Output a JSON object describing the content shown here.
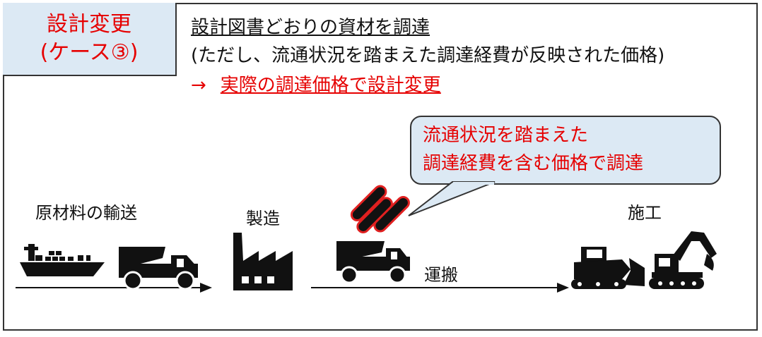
{
  "tag": {
    "line1": "設計変更",
    "line2": "(ケース③)"
  },
  "heading": {
    "line1": "設計図書どおりの資材を調達",
    "line2": "(ただし、流通状況を踏まえた調達経費が反映された価格)",
    "arrow": "→",
    "line3": "実際の調達価格で設計変更"
  },
  "callout": {
    "line1": "流通状況を踏まえた",
    "line2": "調達経費を含む価格で調達"
  },
  "stages": {
    "transport": "原材料の輸送",
    "factory": "製造",
    "haul": "運搬",
    "construction": "施工"
  },
  "colors": {
    "accent": "#e60000",
    "panel": "#dce9f4",
    "pipe": "#e02020"
  },
  "icons": [
    "ship-icon",
    "dump-truck-icon",
    "factory-icon",
    "pipes-icon",
    "bulldozer-icon",
    "excavator-icon"
  ]
}
